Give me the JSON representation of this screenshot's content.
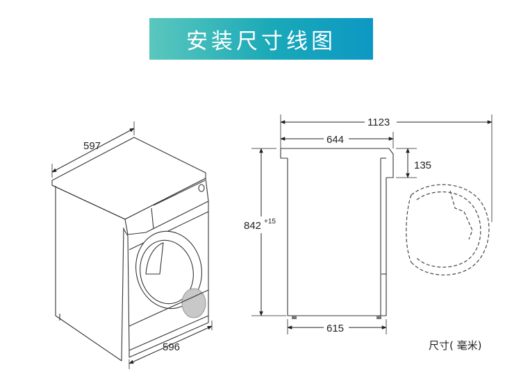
{
  "title": "安装尺寸线图",
  "dimensions": {
    "depth_top": "597",
    "width_front": "596",
    "height": "842",
    "height_tolerance": "+15",
    "overall_depth_open": "1123",
    "body_depth_top": "644",
    "body_depth_bottom": "615",
    "door_offset": "135"
  },
  "unit_note": "尺寸( 毫米)"
}
